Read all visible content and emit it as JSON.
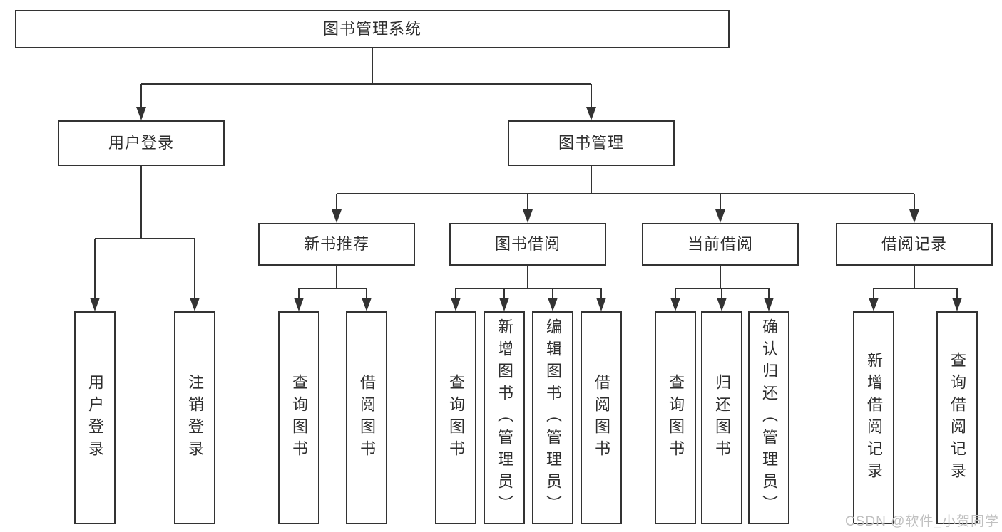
{
  "root": {
    "label": "图书管理系统"
  },
  "branches": [
    {
      "label": "用户登录",
      "leaves": [
        "用户登录",
        "注销登录"
      ]
    },
    {
      "label": "图书管理",
      "groups": [
        {
          "label": "新书推荐",
          "leaves": [
            "查询图书",
            "借阅图书"
          ]
        },
        {
          "label": "图书借阅",
          "leaves": [
            "查询图书",
            "新增图书（管理员）",
            "编辑图书（管理员）",
            "借阅图书"
          ]
        },
        {
          "label": "当前借阅",
          "leaves": [
            "查询图书",
            "归还图书",
            "确认归还（管理员）"
          ]
        },
        {
          "label": "借阅记录",
          "leaves": [
            "新增借阅记录",
            "查询借阅记录"
          ]
        }
      ]
    }
  ],
  "watermark": "CSDN @软件_小贺同学",
  "colors": {
    "line": "#333333",
    "text": "#2e2e2e",
    "watermark": "#c0c0c0"
  }
}
